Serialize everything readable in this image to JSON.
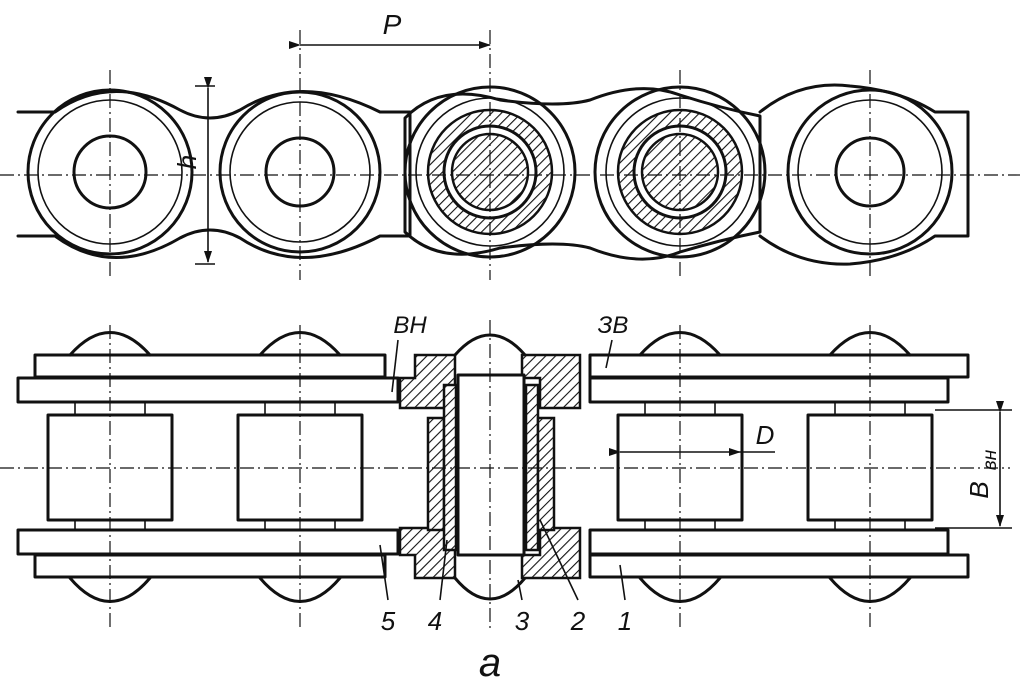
{
  "labels": {
    "pitch": "P",
    "height": "h",
    "inner_link": "ВН",
    "outer_link": "ЗВ",
    "roller_diameter": "D",
    "inner_width_main": "B",
    "inner_width_sub": "вн",
    "part_5": "5",
    "part_4": "4",
    "part_3": "3",
    "part_2": "2",
    "part_1": "1",
    "caption": "а"
  }
}
